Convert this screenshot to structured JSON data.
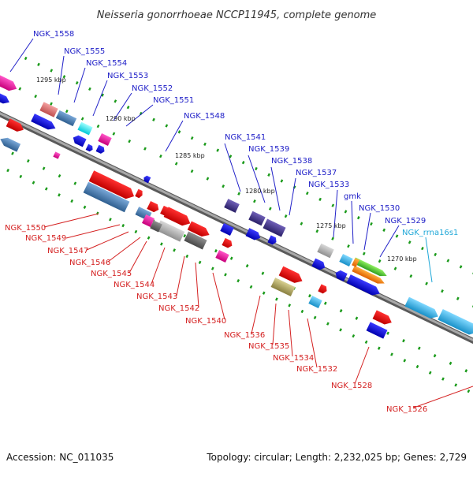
{
  "title": "Neisseria gonorrhoeae NCCP11945, complete genome",
  "footer": {
    "accession": "Accession: NC_011035",
    "topology": "Topology: circular; Length: 2,232,025 bp; Genes: 2,729"
  },
  "colors": {
    "backbone": "#8a8a8a",
    "upper_label": "#2020c8",
    "lower_label": "#d42020",
    "rrna_label": "#20a8d8",
    "tick": "#1a9a1a"
  },
  "kbp_marks": [
    "1295 kbp",
    "1290 kbp",
    "1285 kbp",
    "1280 kbp",
    "1275 kbp",
    "1270 kbp"
  ],
  "upper_labels": [
    "NGK_1558",
    "NGK_1555",
    "NGK_1554",
    "NGK_1553",
    "NGK_1552",
    "NGK_1551",
    "NGK_1548",
    "NGK_1541",
    "NGK_1539",
    "NGK_1538",
    "NGK_1537",
    "NGK_1533",
    "gmk",
    "NGK_1530",
    "NGK_1529",
    "NGK_rrna16s1"
  ],
  "lower_labels": [
    "NGK_1550",
    "NGK_1549",
    "NGK_1547",
    "NGK_1546",
    "NGK_1545",
    "NGK_1544",
    "NGK_1543",
    "NGK_1542",
    "NGK_1540",
    "NGK_1536",
    "NGK_1535",
    "NGK_1534",
    "NGK_1532",
    "NGK_1528",
    "NGK_1526"
  ]
}
